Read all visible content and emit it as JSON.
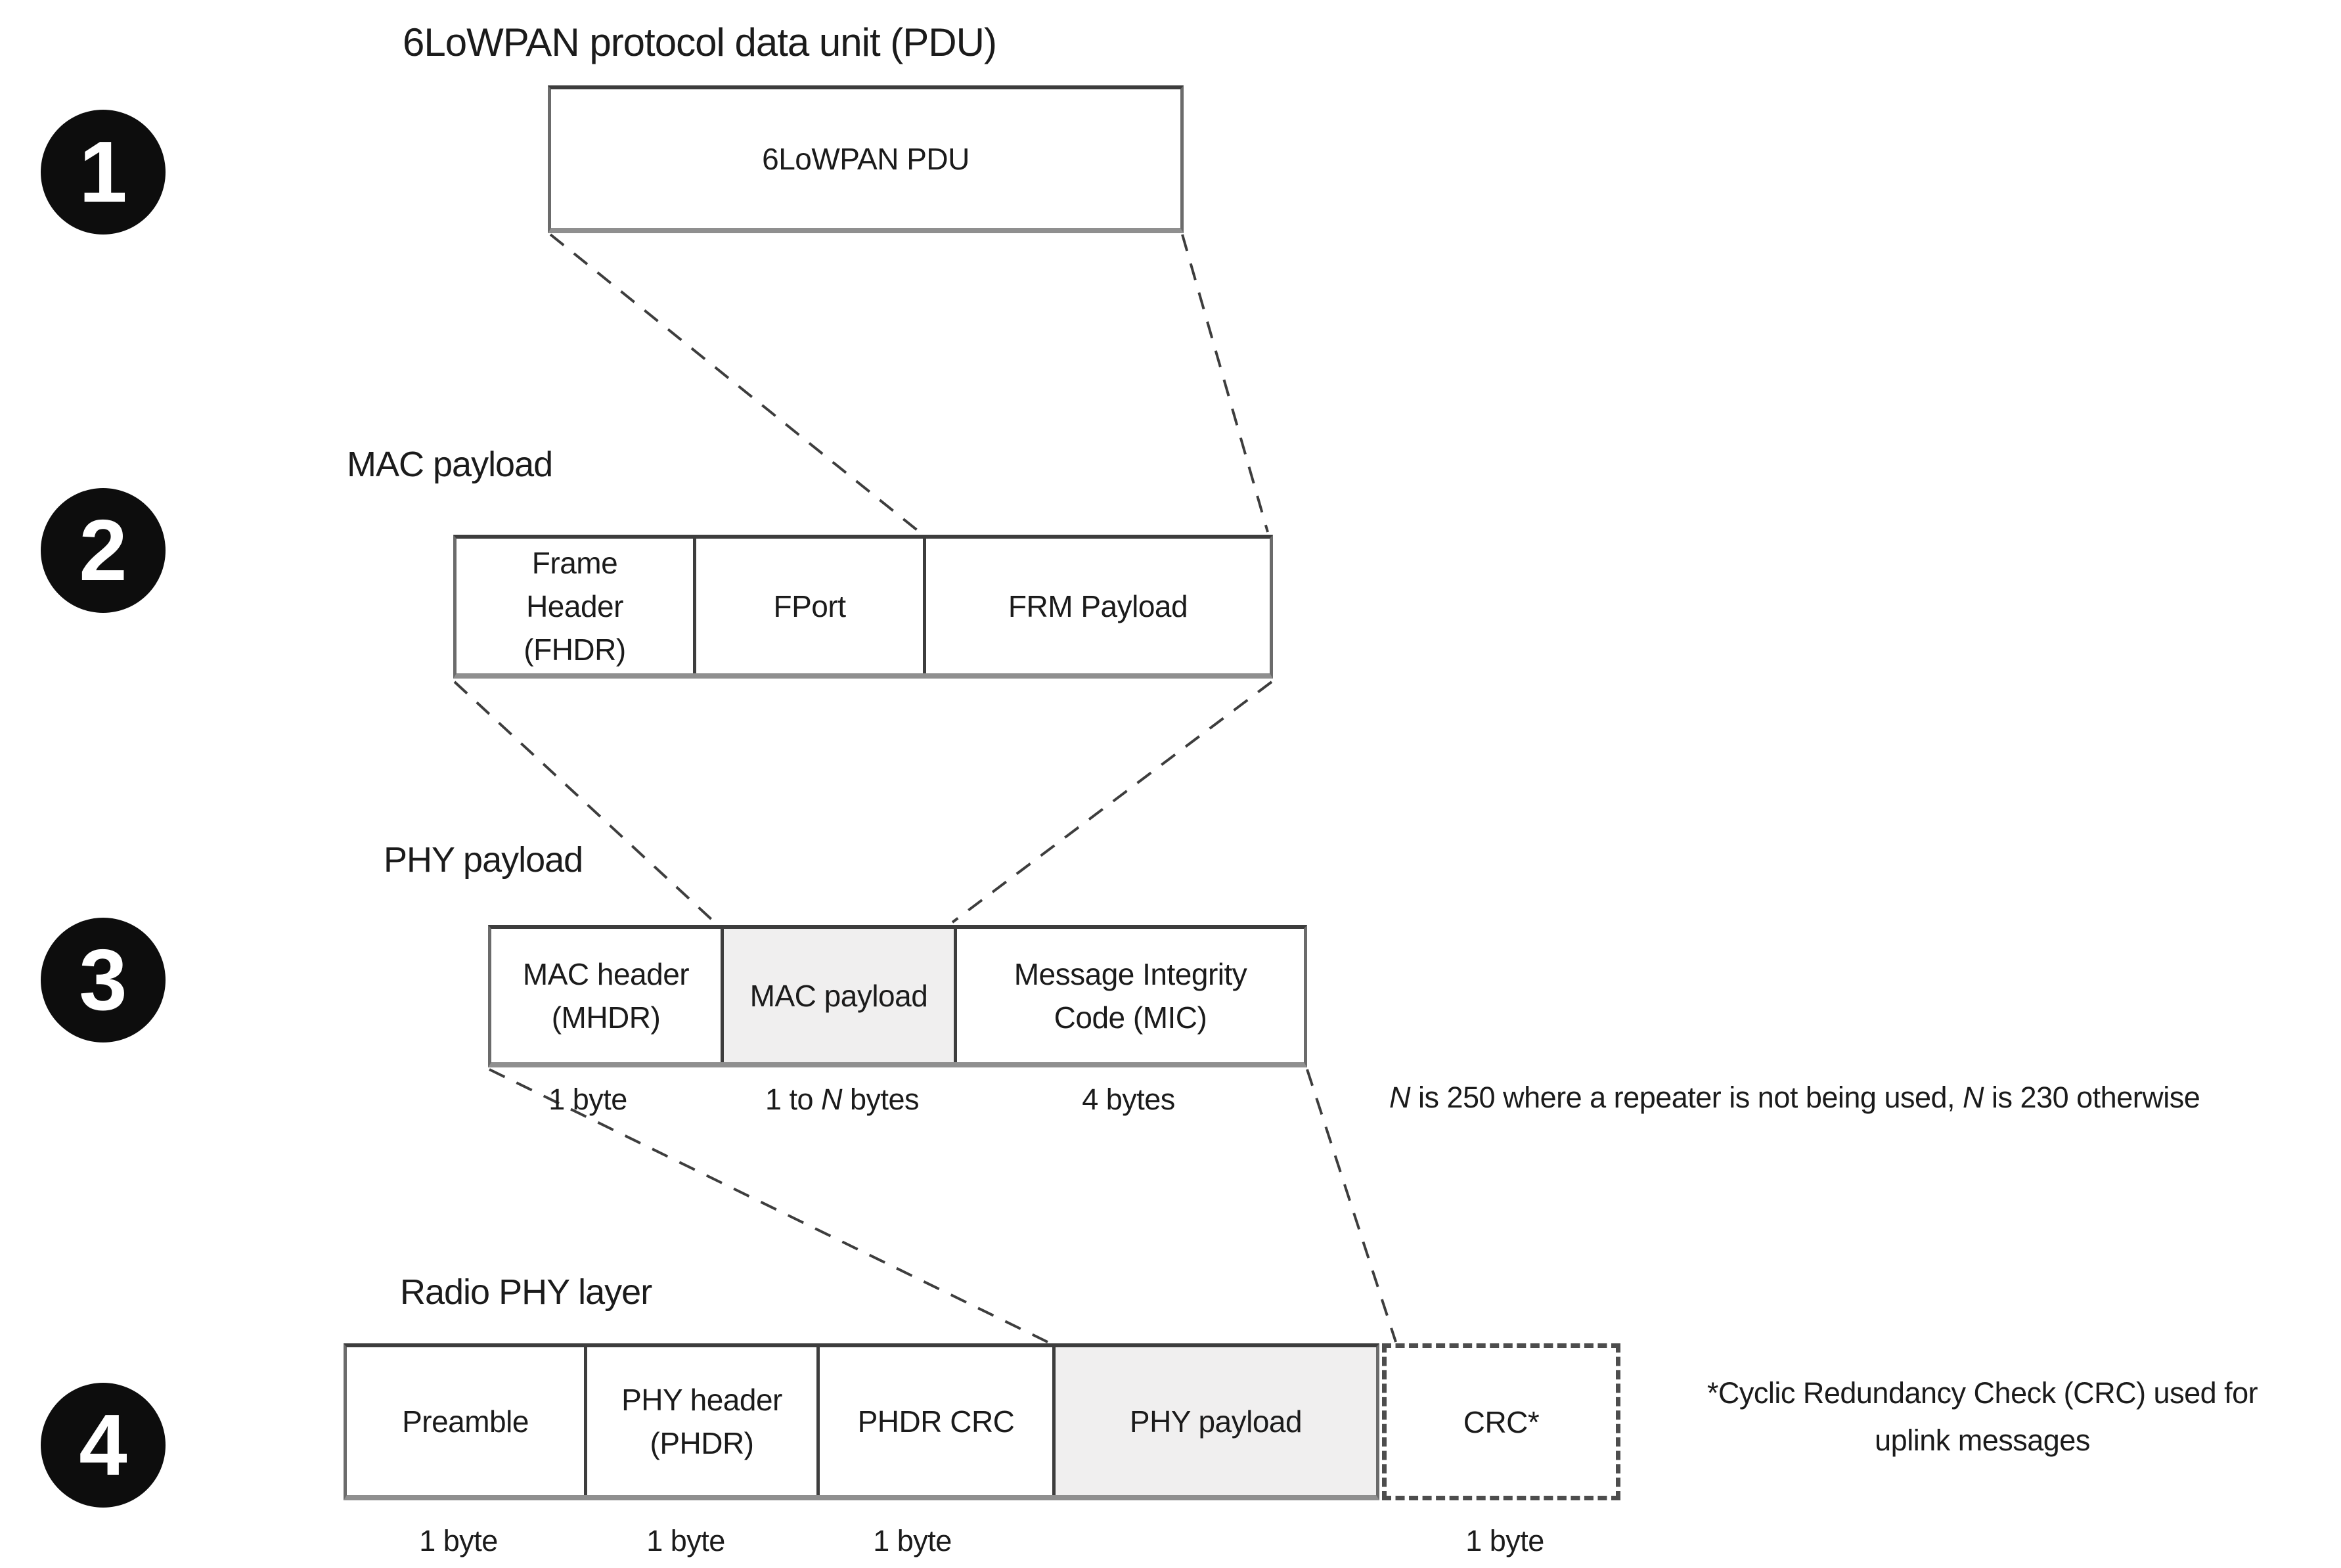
{
  "colors": {
    "ink": "#1b1b1b",
    "line": "#3d3d3d",
    "edge": "#6b6b6b",
    "shadow": "#8f8f8f",
    "fill-gray": "#f0efef",
    "badge": "#0d0d0d"
  },
  "steps": [
    {
      "n": "1"
    },
    {
      "n": "2"
    },
    {
      "n": "3"
    },
    {
      "n": "4"
    }
  ],
  "row1": {
    "heading": "6LoWPAN protocol data unit (PDU)",
    "box_label": "6LoWPAN PDU"
  },
  "row2": {
    "heading": "MAC payload",
    "cells": [
      {
        "l1": "Frame",
        "l2": "Header",
        "l3": "(FHDR)"
      },
      {
        "l1": "FPort"
      },
      {
        "l1": "FRM Payload"
      }
    ]
  },
  "row3": {
    "heading": "PHY payload",
    "cells": [
      {
        "l1": "MAC header",
        "l2": "(MHDR)"
      },
      {
        "l1": "MAC payload"
      },
      {
        "l1": "Message Integrity",
        "l2": "Code (MIC)"
      }
    ],
    "size_first": "1 byte",
    "size_mid": {
      "pre": "1 to ",
      "n": "N",
      "post": " bytes"
    },
    "size_last": "4 bytes",
    "note": {
      "n1": "N",
      "t1": " is 250 where a repeater is not being used, ",
      "n2": "N",
      "t2": " is 230 otherwise"
    }
  },
  "row4": {
    "heading": "Radio PHY layer",
    "cells": [
      {
        "l1": "Preamble"
      },
      {
        "l1": "PHY header",
        "l2": "(PHDR)"
      },
      {
        "l1": "PHDR CRC"
      },
      {
        "l1": "PHY payload"
      },
      {
        "l1": "CRC*"
      }
    ],
    "sizes": [
      "1 byte",
      "1 byte",
      "1 byte",
      "1 byte"
    ],
    "note_line1": "*Cyclic Redundancy Check (CRC) used for",
    "note_line2": "uplink messages"
  }
}
